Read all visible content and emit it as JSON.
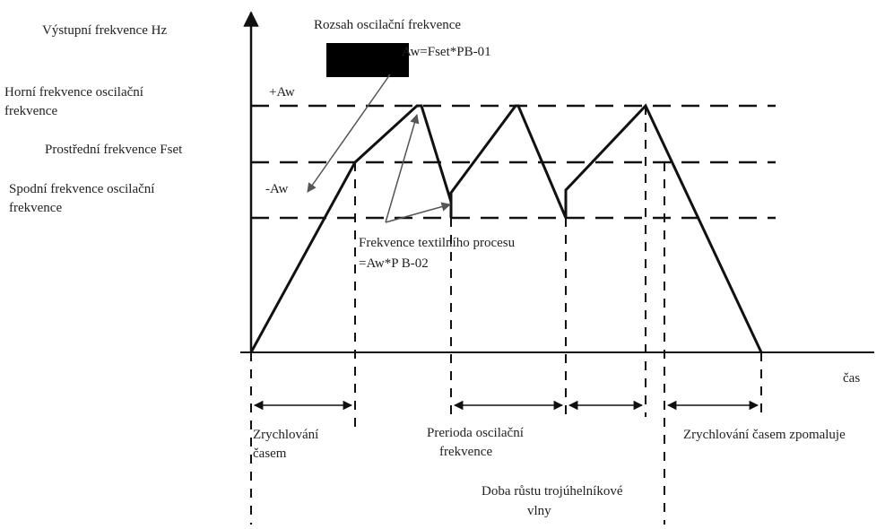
{
  "labels": {
    "y_axis": "Výstupní frekvence Hz",
    "range_title": "Rozsah oscilační frekvence",
    "range_formula": "Aw=Fset*PB-01",
    "plus_aw": "+Aw",
    "minus_aw": "-Aw",
    "upper_line1": "Horní frekvence oscilační",
    "upper_line2": "frekvence",
    "middle": "Prostřední frekvence Fset",
    "lower_line1": "Spodní frekvence oscilační",
    "lower_line2": "frekvence",
    "textile_line1": "Frekvence textilního procesu",
    "textile_line2": "=Aw*P B-02",
    "x_axis": "čas",
    "accel_line1": "Zrychlování",
    "accel_line2": "časem",
    "period_line1": "Prerioda oscilační",
    "period_line2": "frekvence",
    "rise_line1": "Doba růstu trojúhelníkové",
    "rise_line2": "vlny",
    "decel": "Zrychlování časem zpomaluje"
  },
  "colors": {
    "line": "#111111",
    "arrow": "#555555",
    "text": "#222222",
    "block": "#000000"
  }
}
